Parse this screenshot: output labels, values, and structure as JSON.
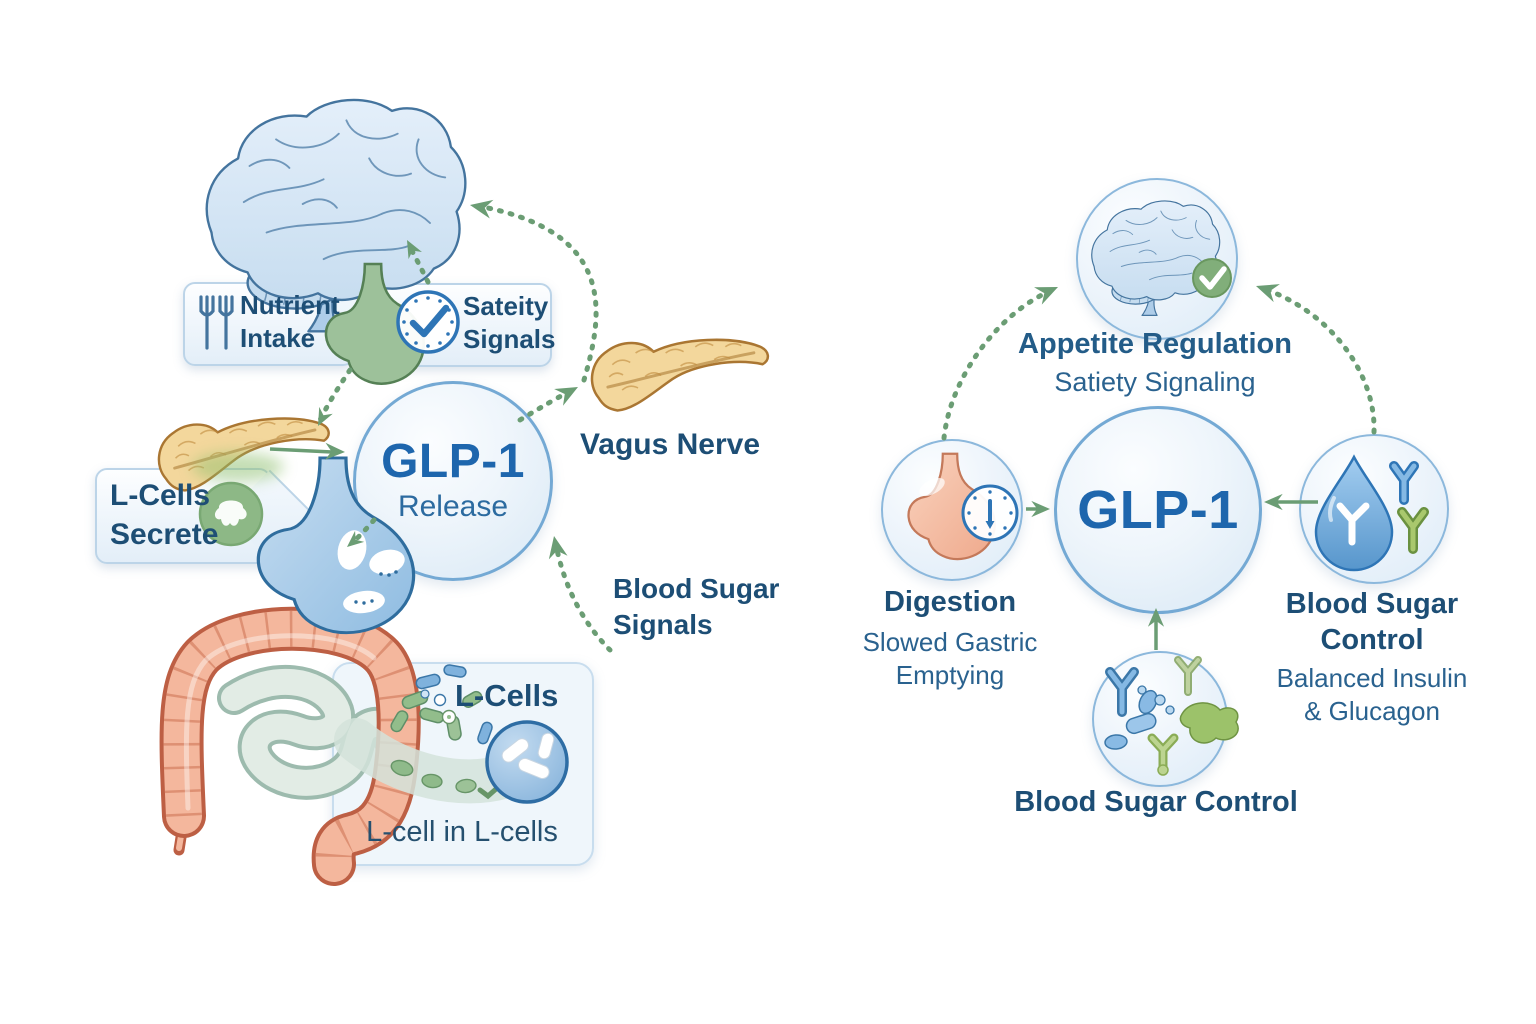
{
  "left": {
    "nutrient": "Nutrient\nIntake",
    "satiety": "Sateity\nSignals",
    "glp1": {
      "title": "GLP-1",
      "subtitle": "Release"
    },
    "vagus": "Vagus Nerve",
    "lcells_secrete": "L-Cells\nSecrete",
    "blood_sugar": "Blood Sugar\nSignals",
    "lcells_box": {
      "title": "L-Cells",
      "caption": "L-cell in L-cells"
    }
  },
  "right": {
    "appetite": {
      "line1": "Appetite Regulation",
      "line2": "Satiety Signaling"
    },
    "glp1": "GLP-1",
    "digestion": {
      "title": "Digestion",
      "subtitle": "Slowed Gastric\nEmptying"
    },
    "blood": {
      "title": "Blood Sugar\nControl",
      "subtitle": "Balanced Insulin\n& Glucagon"
    },
    "bottom_label": "Blood Sugar Control"
  },
  "icons": {
    "fork": "fork-icon",
    "green_stomach": "stomach-icon",
    "clock_check": "clock-check-icon",
    "brain": "brain-icon",
    "pancreas": "pancreas-icon",
    "l_cell_badge": "l-cell-badge-icon",
    "blue_stomach": "stomach-icon",
    "colon": "intestine-icon",
    "cell_lens": "magnifier-cells-icon",
    "pink_stomach_clock": "stomach-clock-icon",
    "droplet": "blood-droplet-icon",
    "antibody": "antibody-icon",
    "check_badge": "checkmark-badge-icon",
    "cell_cluster": "cell-cluster-icon"
  },
  "colors": {
    "text_blue": "#1d4e75",
    "glp1_blue": "#1e66ad",
    "arrow_green": "#6b9d74",
    "circle_border": "#8cb8dc",
    "box_border": "#bcd4e8"
  }
}
